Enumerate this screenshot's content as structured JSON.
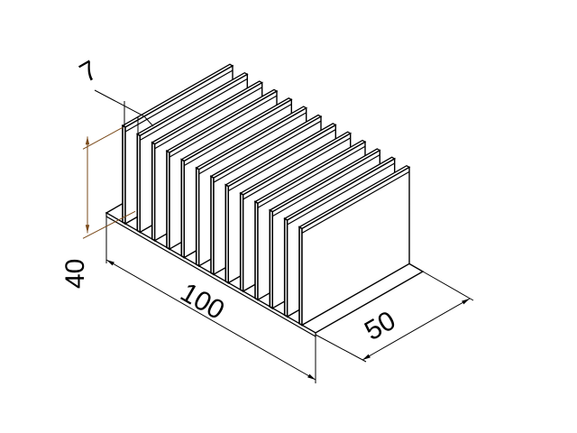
{
  "drawing": {
    "part": "heatsink",
    "fin_count": 13,
    "dimensions": {
      "fin_gap": "7",
      "height": "40",
      "length": "100",
      "width": "50"
    },
    "colors": {
      "line": "#000000",
      "height_dimension": "#7a4a1a",
      "fill": "#ffffff"
    }
  }
}
